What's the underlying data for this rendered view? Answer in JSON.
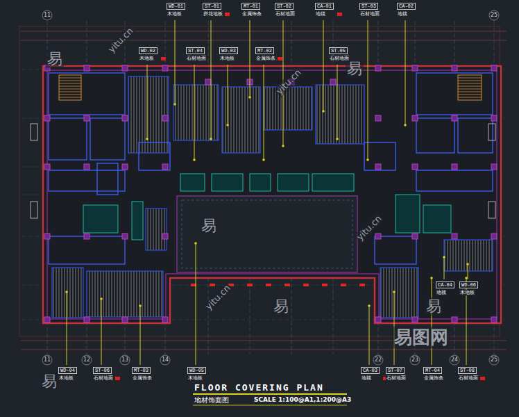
{
  "diagram": {
    "title": "FLOOR COVERING PLAN",
    "caption": "地材饰面图",
    "labels": [
      "SCALE 1:100@A1,1:200@A3",
      "易",
      "易",
      "易",
      "易",
      "易",
      "易",
      "yitu.cn",
      "yitu.cn",
      "yitu.cn",
      "yitu.cn",
      "易图网",
      "11",
      "25",
      "11",
      "12",
      "13",
      "14",
      "22",
      "23",
      "24",
      "25",
      "WD-01",
      "木地板",
      "ST-01",
      "拼花地板",
      "MT-01",
      "金属饰条",
      "ST-02",
      "石材地面",
      "CA-01",
      "地毯",
      "ST-03",
      "石材地面",
      "CA-02",
      "地毯",
      "WD-02",
      "木地板",
      "ST-04",
      "石材地面",
      "WD-03",
      "木地板",
      "MT-02",
      "金属饰条",
      "ST-05",
      "石材地面",
      "WD-04",
      "木地板",
      "ST-06",
      "石材地面",
      "MT-03",
      "金属饰条",
      "WD-05",
      "木地板",
      "CA-03",
      "地毯",
      "ST-07",
      "石材地面",
      "MT-04",
      "金属饰条",
      "ST-08",
      "石材地面",
      "CA-04",
      "地毯",
      "WD-06",
      "木地板"
    ]
  }
}
